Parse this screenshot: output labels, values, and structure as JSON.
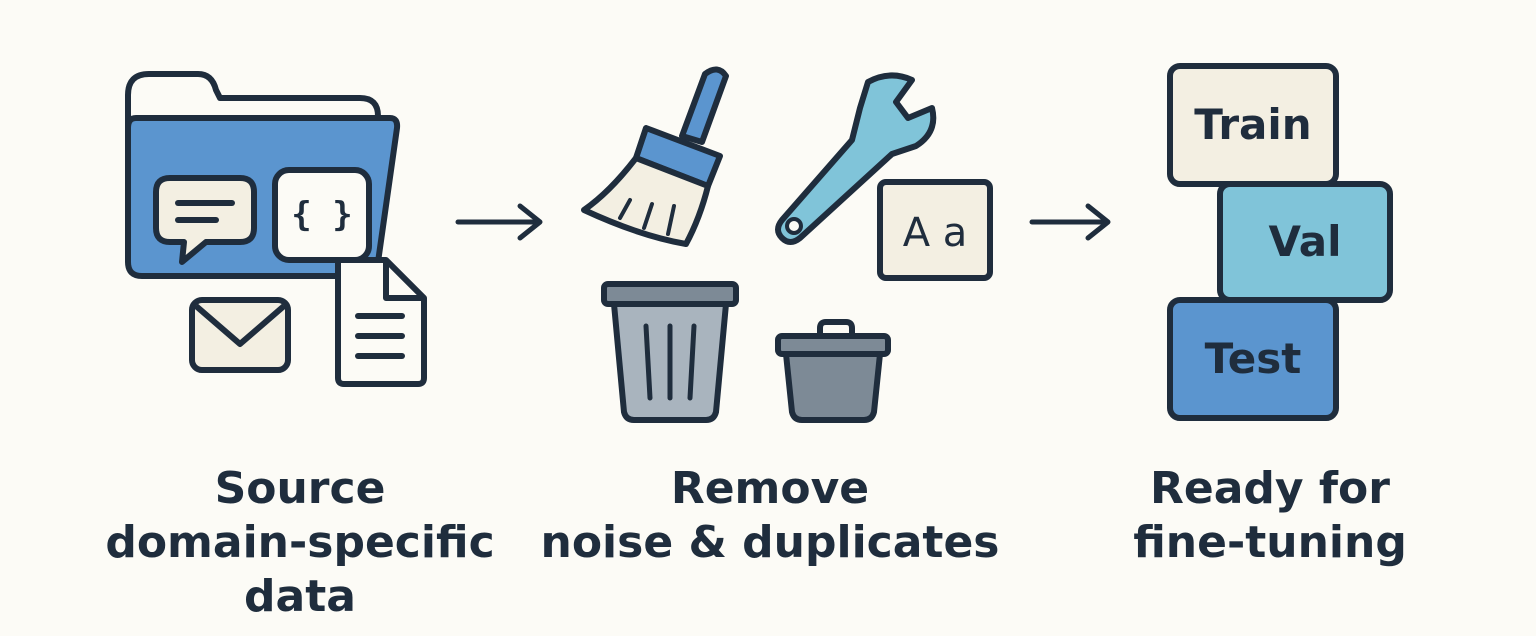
{
  "steps": [
    {
      "caption": [
        "Source",
        "domain-specific",
        "data"
      ]
    },
    {
      "caption": [
        "Remove",
        "noise & duplicates"
      ]
    },
    {
      "caption": [
        "Ready for",
        "fine-tuning"
      ]
    }
  ],
  "icons": {
    "json_braces": "{ }",
    "text_case": "A a"
  },
  "splits": {
    "train": "Train",
    "val": "Val",
    "test": "Test"
  },
  "colors": {
    "background": "#fcfbf6",
    "outline": "#1f2d3d",
    "blue": "#5b95cf",
    "light_blue": "#80c4d9",
    "cream": "#f3efe2",
    "gray": "#a9b4be",
    "dark_gray": "#7d8a96"
  }
}
